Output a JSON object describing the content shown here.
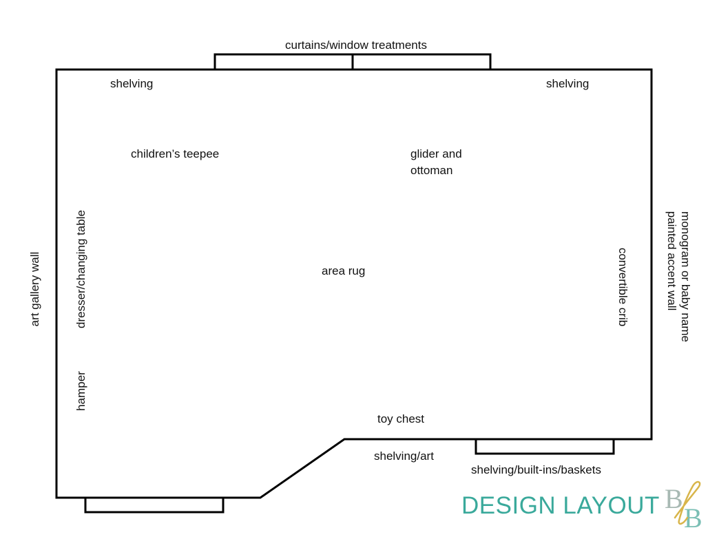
{
  "labels": {
    "curtains": "curtains/window treatments",
    "shelving_left": "shelving",
    "shelving_right": "shelving",
    "teepee": "children’s teepee",
    "glider_line1": "glider and",
    "glider_line2": "ottoman",
    "art_gallery": "art gallery wall",
    "dresser": "dresser/changing table",
    "hamper": "hamper",
    "area_rug": "area rug",
    "crib": "convertible crib",
    "accent_line1": "monogram or baby name",
    "accent_line2": "painted accent wall",
    "toy_chest": "toy chest",
    "shelving_art": "shelving/art",
    "shelving_builtins": "shelving/built-ins/baskets"
  },
  "title": "DESIGN LAYOUT",
  "logo": {
    "letter1": "B",
    "letter2": "B"
  },
  "colors": {
    "title": "#3aa99b",
    "logo_gray": "#a8b9b3",
    "logo_teal": "#7bbfb5",
    "logo_gold": "#d8b54a"
  }
}
